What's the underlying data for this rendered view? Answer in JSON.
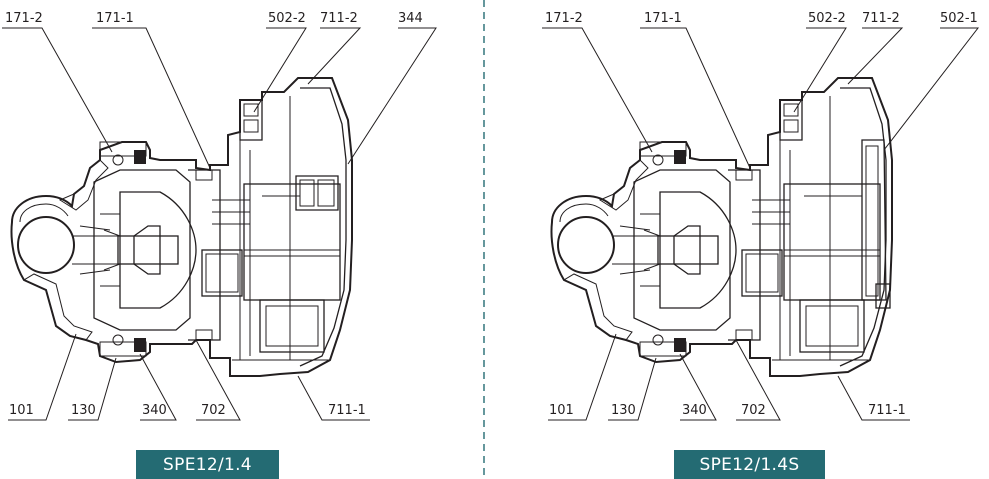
{
  "left": {
    "caption": "SPE12/1.4",
    "labels": {
      "p171_2": "171-2",
      "p171_1": "171-1",
      "p502_2": "502-2",
      "p711_2": "711-2",
      "p344": "344",
      "p101": "101",
      "p130": "130",
      "p340": "340",
      "p702": "702",
      "p711_1": "711-1"
    }
  },
  "right": {
    "caption": "SPE12/1.4S",
    "labels": {
      "p171_2": "171-2",
      "p171_1": "171-1",
      "p502_2": "502-2",
      "p711_2": "711-2",
      "p502_1": "502-1",
      "p101": "101",
      "p130": "130",
      "p340": "340",
      "p702": "702",
      "p711_1": "711-1"
    }
  },
  "colors": {
    "caption_bg": "#246b73",
    "line": "#231f20",
    "divider": "#246b73"
  }
}
